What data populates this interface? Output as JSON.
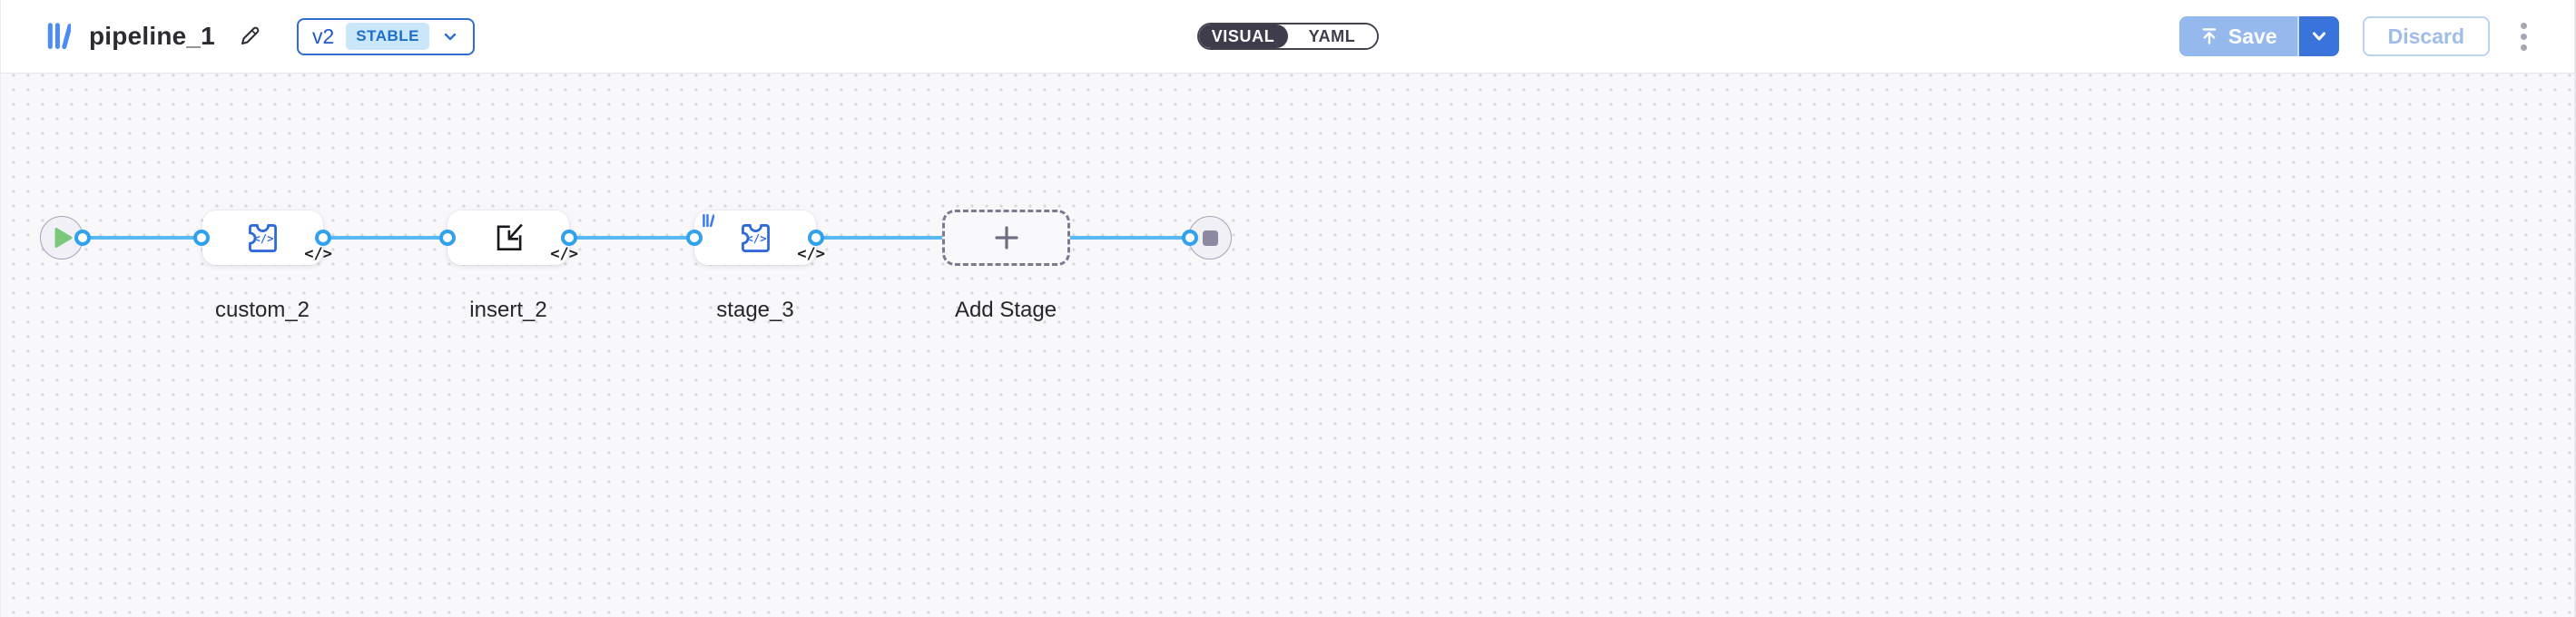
{
  "header": {
    "title": "pipeline_1",
    "version": {
      "label": "v2",
      "status_badge": "STABLE"
    },
    "view_toggle": {
      "visual": "VISUAL",
      "yaml": "YAML",
      "selected": "VISUAL"
    },
    "save_label": "Save",
    "discard_label": "Discard"
  },
  "canvas": {
    "start_node": {
      "icon": "play-icon"
    },
    "stages": [
      {
        "label": "custom_2",
        "icon": "puzzle-code-icon",
        "code_glyph": "</>",
        "code_badge": "</>"
      },
      {
        "label": "insert_2",
        "icon": "box-arrow-in-icon",
        "code_badge": "</>"
      },
      {
        "label": "stage_3",
        "icon": "puzzle-code-icon",
        "code_glyph": "</>",
        "code_badge": "</>",
        "corner_icon": "brand-mark-icon"
      }
    ],
    "add_stage": {
      "label": "Add Stage",
      "icon": "plus-icon"
    },
    "end_node": {
      "icon": "stop-icon"
    }
  },
  "colors": {
    "accent_blue": "#2f6cd6",
    "node_icon_blue": "#2e6bd9",
    "connection_blue": "#58b8f1",
    "port_blue": "#30a1ee",
    "play_green": "#7bc87b",
    "stop_gray": "#8c89a0",
    "save_disabled_bg": "#95b9ec",
    "save_caret_bg": "#3a73da",
    "toggle_selected_bg": "#3f3c4b",
    "stable_badge_bg": "#cbe7fb",
    "stable_badge_text": "#1e6fc9",
    "canvas_bg": "#f8f8fb",
    "canvas_dot": "#d8d8e1"
  }
}
